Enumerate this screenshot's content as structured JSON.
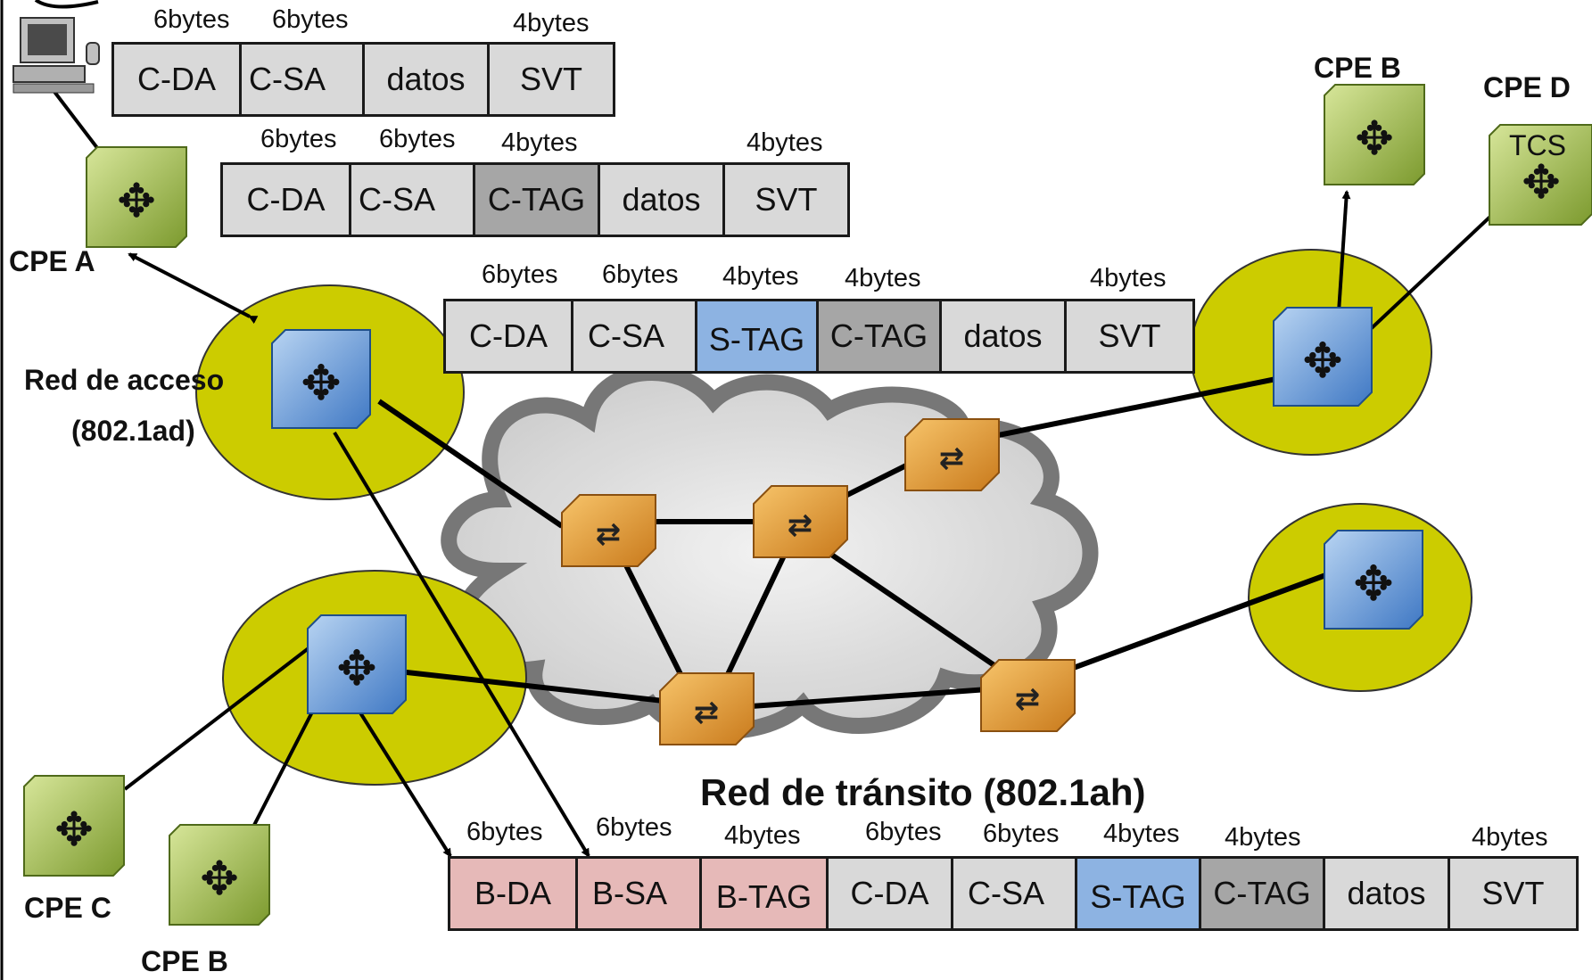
{
  "colors": {
    "field_default": "#d9d9d9",
    "field_tag_gray": "#a6a6a6",
    "field_stag_blue": "#8db3e2",
    "field_backbone_pink": "#e6b9b8",
    "access_cloud": "#cccc00",
    "transit_cloud": "#d9d9d9",
    "core_switch": "#e8a040",
    "edge_switch": "#6fa8dc",
    "cpe_switch": "#9bbb59"
  },
  "labels": {
    "cpe_a": "CPE A",
    "cpe_b_top": "CPE B",
    "cpe_d": "CPE D",
    "cpe_c": "CPE C",
    "cpe_b_bottom": "CPE B",
    "access_net_line1": "Red de acceso",
    "access_net_line2": "(802.1ad)",
    "transit_net": "Red de tránsito (802.1ah)",
    "tcs": "TCS"
  },
  "frames": [
    {
      "fields": [
        {
          "label": "C-DA",
          "bytes": "6bytes"
        },
        {
          "label": "C-SA",
          "bytes": "6bytes"
        },
        {
          "label": "datos",
          "bytes": ""
        },
        {
          "label": "SVT",
          "bytes": "4bytes"
        }
      ]
    },
    {
      "fields": [
        {
          "label": "C-DA",
          "bytes": "6bytes"
        },
        {
          "label": "C-SA",
          "bytes": "6bytes"
        },
        {
          "label": "C-TAG",
          "bytes": "4bytes"
        },
        {
          "label": "datos",
          "bytes": ""
        },
        {
          "label": "SVT",
          "bytes": "4bytes"
        }
      ]
    },
    {
      "fields": [
        {
          "label": "C-DA",
          "bytes": "6bytes"
        },
        {
          "label": "C-SA",
          "bytes": "6bytes"
        },
        {
          "label": "S-TAG",
          "bytes": "4bytes"
        },
        {
          "label": "C-TAG",
          "bytes": "4bytes"
        },
        {
          "label": "datos",
          "bytes": ""
        },
        {
          "label": "SVT",
          "bytes": "4bytes"
        }
      ]
    },
    {
      "fields": [
        {
          "label": "B-DA",
          "bytes": "6bytes"
        },
        {
          "label": "B-SA",
          "bytes": "6bytes"
        },
        {
          "label": "B-TAG",
          "bytes": "4bytes"
        },
        {
          "label": "C-DA",
          "bytes": "6bytes"
        },
        {
          "label": "C-SA",
          "bytes": "6bytes"
        },
        {
          "label": "S-TAG",
          "bytes": "4bytes"
        },
        {
          "label": "C-TAG",
          "bytes": "4bytes"
        },
        {
          "label": "datos",
          "bytes": ""
        },
        {
          "label": "SVT",
          "bytes": "4bytes"
        }
      ]
    }
  ]
}
